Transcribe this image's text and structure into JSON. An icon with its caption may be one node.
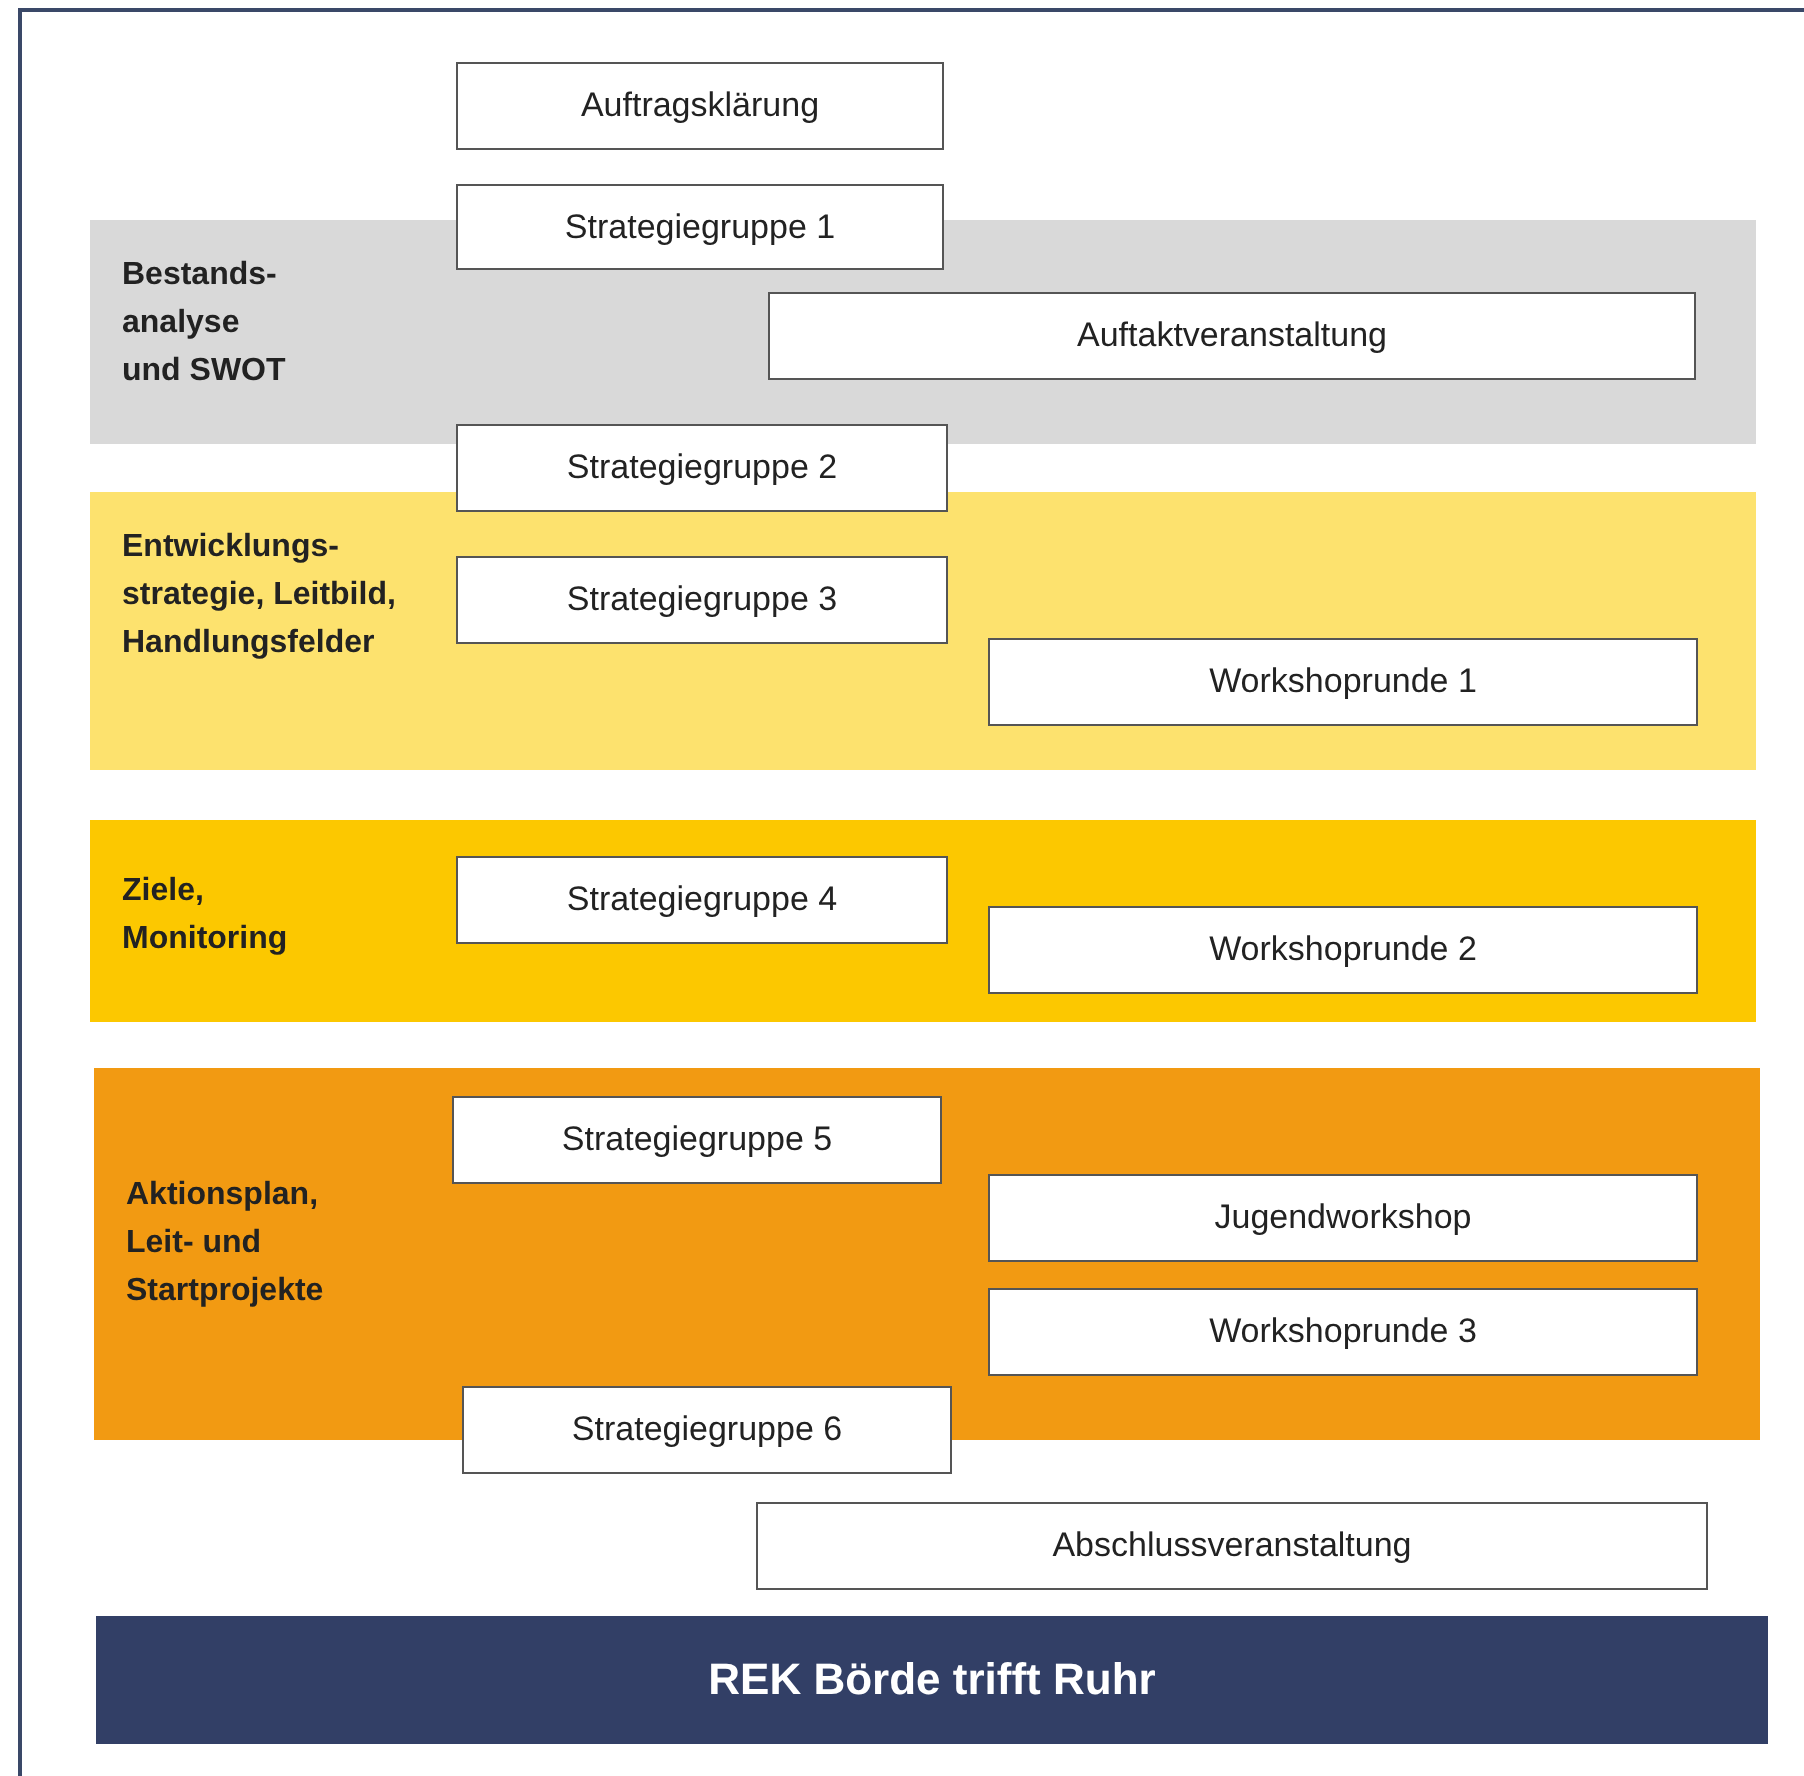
{
  "diagram": {
    "nodes": [
      {
        "text": [
          "Auftragsklärung"
        ]
      },
      {
        "text": [
          "Strategiegruppe 1"
        ]
      },
      {
        "text": [
          "Bestands- analyse und SWOT"
        ]
      },
      {
        "text": [
          "Auftaktveranstaltung"
        ],
        "in": 2
      },
      {
        "text": [
          "Strategiegruppe 2"
        ]
      },
      {
        "text": [
          "Entwicklungs- strategie, Leitbild, Handlungsfelder"
        ]
      },
      {
        "text": [
          "Strategiegruppe 3"
        ],
        "in": 5
      },
      {
        "text": [
          "Workshoprunde 1"
        ],
        "in": 5
      },
      {
        "text": [
          "Ziele, Monitoring"
        ]
      },
      {
        "text": [
          "Strategiegruppe 4"
        ],
        "in": 8
      },
      {
        "text": [
          "Workshoprunde 2"
        ],
        "in": 8
      },
      {
        "text": [
          "Aktionsplan, Leit- und Startprojekte"
        ]
      },
      {
        "text": [
          "Strategiegruppe 5"
        ],
        "in": 11
      },
      {
        "text": [
          "Jugendworkshop"
        ],
        "in": 11
      },
      {
        "text": [
          "Workshoprunde 3"
        ],
        "in": 11
      },
      {
        "text": [
          "Strategiegruppe 6"
        ]
      },
      {
        "text": [
          "Abschlussveranstaltung"
        ]
      },
      {
        "text": [
          "REK Börde trifft Ruhr"
        ]
      }
    ]
  }
}
